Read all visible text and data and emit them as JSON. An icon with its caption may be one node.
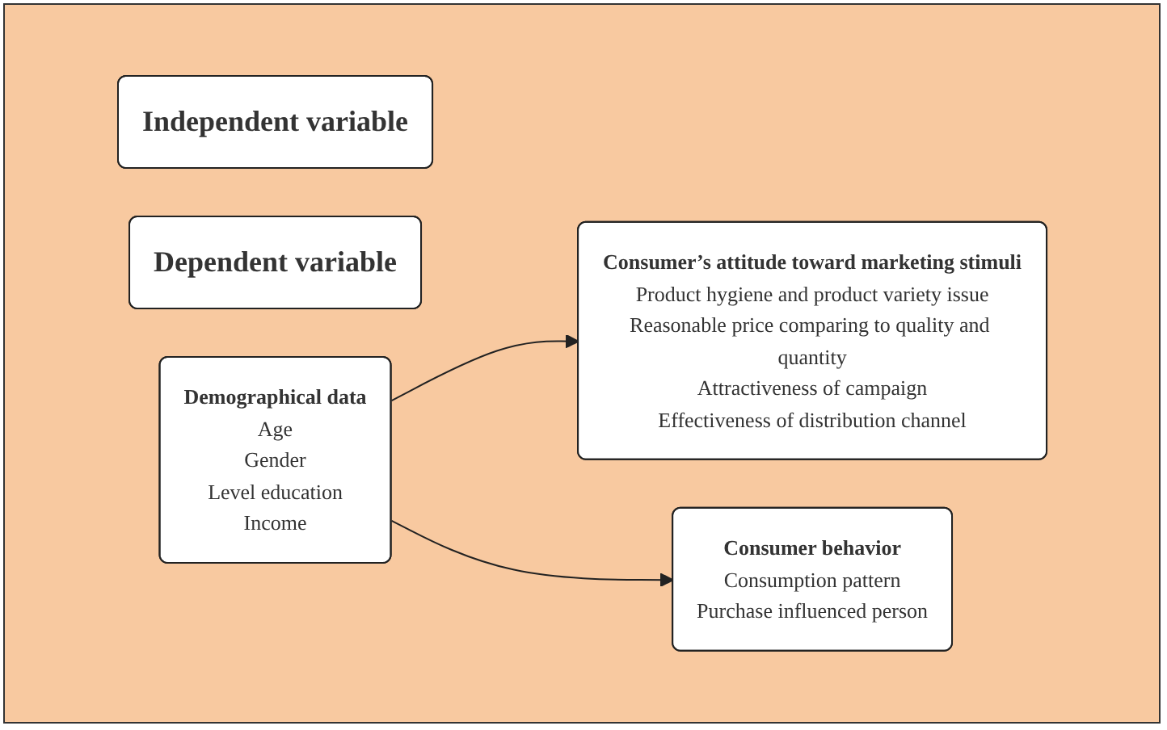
{
  "diagram": {
    "nodes": [
      {
        "text": [
          "Independent variable"
        ]
      },
      {
        "text": [
          "Dependent variable"
        ]
      },
      {
        "text": [
          "Demographical data",
          "Age",
          "Gender",
          "Level education",
          "Income"
        ]
      },
      {
        "text": [
          "Consumer’s attitude toward marketing stimuli",
          "Product hygiene and product variety issue",
          "Reasonable price comparing to quality and quantity",
          "Attractiveness of campaign",
          "Effectiveness of distribution channel"
        ]
      },
      {
        "text": [
          "Consumer behavior",
          "Consumption pattern",
          "Purchase influenced person"
        ]
      }
    ],
    "edges": [
      {
        "from": 2,
        "to": 3,
        "arrow": "to"
      },
      {
        "from": 2,
        "to": 4,
        "arrow": "to"
      }
    ]
  }
}
